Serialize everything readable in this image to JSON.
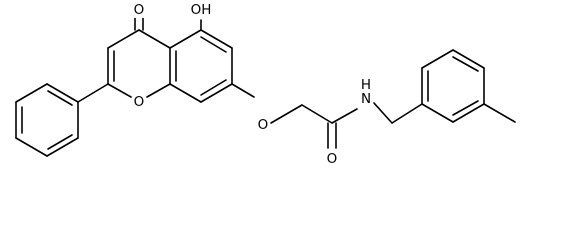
{
  "structure": {
    "labels": {
      "ketone_oxygen": "O",
      "hydroxyl": "OH",
      "ring_oxygen": "O",
      "ether_oxygen": "O",
      "amide_nitrogen": "N",
      "amide_hydrogen": "H",
      "amide_oxygen": "O"
    }
  }
}
